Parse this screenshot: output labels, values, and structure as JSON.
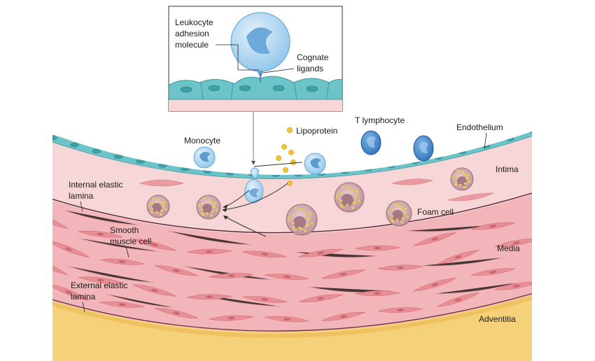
{
  "labels": {
    "leukocyte_adhesion": [
      "Leukocyte",
      "adhesion",
      "molecule"
    ],
    "cognate_ligands": [
      "Cognate",
      "ligands"
    ],
    "lipoprotein": "Lipoprotein",
    "t_lymphocyte": "T lymphocyte",
    "endothelium": "Endothelium",
    "monocyte": "Monocyte",
    "intima": "Intima",
    "internal_elastic_lamina": [
      "Internal elastic",
      "lamina"
    ],
    "foam_cell": "Foam cell",
    "smooth_muscle_cell": [
      "Smooth",
      "muscle cell"
    ],
    "media": "Media",
    "external_elastic_lamina": [
      "External elastic",
      "lamina"
    ],
    "adventitia": "Adventitia"
  },
  "colors": {
    "endothelium": "#6cc3c8",
    "intima": "#f7d6d8",
    "media": "#f2b5b9",
    "smooth_muscle": "#e88f95",
    "adventitia": "#f5d27a",
    "lamina_line": "#5a2a3a",
    "monocyte": "#bcdff5",
    "t_lymphocyte": "#4a90d0",
    "lipoprotein": "#f4c430",
    "foam_cell": "#c9a2a9"
  }
}
